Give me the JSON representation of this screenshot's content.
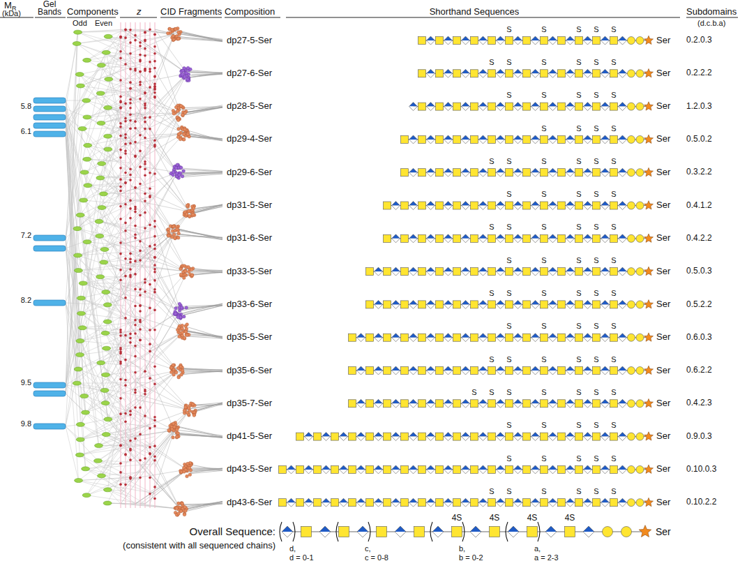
{
  "diagram": {
    "labels": [
      "M",
      "R",
      "(kDa)",
      "Gel Bands",
      "Components",
      "Odd",
      "Even",
      "z",
      "CID Fragments",
      "Composition",
      "Shorthand Sequences",
      "Subdomains",
      "(d.c.b.a)",
      "5.8",
      "6.1",
      "7.2",
      "8.2",
      "9.5",
      "9.8",
      "dp27-5-Ser",
      "S",
      "S",
      "S",
      "S",
      "S",
      "Ser",
      "0.2.0.3",
      "dp27-6-Ser",
      "S",
      "S",
      "S",
      "S",
      "S",
      "S",
      "Ser",
      "0.2.2.2",
      "dp28-5-Ser",
      "S",
      "S",
      "S",
      "S",
      "S",
      "Ser",
      "1.2.0.3",
      "dp29-4-Ser",
      "S",
      "S",
      "S",
      "S",
      "Ser",
      "0.5.0.2",
      "dp29-6-Ser",
      "S",
      "S",
      "S",
      "S",
      "S",
      "S",
      "Ser",
      "0.3.2.2",
      "dp31-5-Ser",
      "S",
      "S",
      "S",
      "S",
      "S",
      "Ser",
      "0.4.1.2",
      "dp31-6-Ser",
      "S",
      "S",
      "S",
      "S",
      "S",
      "S",
      "Ser",
      "0.4.2.2",
      "dp33-5-Ser",
      "S",
      "S",
      "S",
      "S",
      "S",
      "Ser",
      "0.5.0.3",
      "dp33-6-Ser",
      "S",
      "S",
      "S",
      "S",
      "S",
      "S",
      "Ser",
      "0.5.2.2",
      "dp35-5-Ser",
      "S",
      "S",
      "S",
      "S",
      "S",
      "Ser",
      "0.6.0.3",
      "dp35-6-Ser",
      "S",
      "S",
      "S",
      "S",
      "S",
      "S",
      "Ser",
      "0.6.2.2",
      "dp35-7-Ser",
      "S",
      "S",
      "S",
      "S",
      "S",
      "S",
      "S",
      "Ser",
      "0.4.2.3",
      "dp41-5-Ser",
      "S",
      "S",
      "S",
      "S",
      "S",
      "Ser",
      "0.9.0.3",
      "dp43-5-Ser",
      "S",
      "S",
      "S",
      "S",
      "S",
      "Ser",
      "0.10.0.3",
      "dp43-6-Ser",
      "S",
      "S",
      "S",
      "S",
      "S",
      "S",
      "Ser",
      "0.10.2.2",
      "Overall Sequence:",
      "(consistent with all sequenced chains)",
      "4S",
      "4S",
      "4S",
      "4S",
      "Ser",
      "d,",
      "d = 0-1",
      "c,",
      "c = 0-8",
      "b,",
      "b = 0-2",
      "a,",
      "a = 2-3"
    ]
  }
}
